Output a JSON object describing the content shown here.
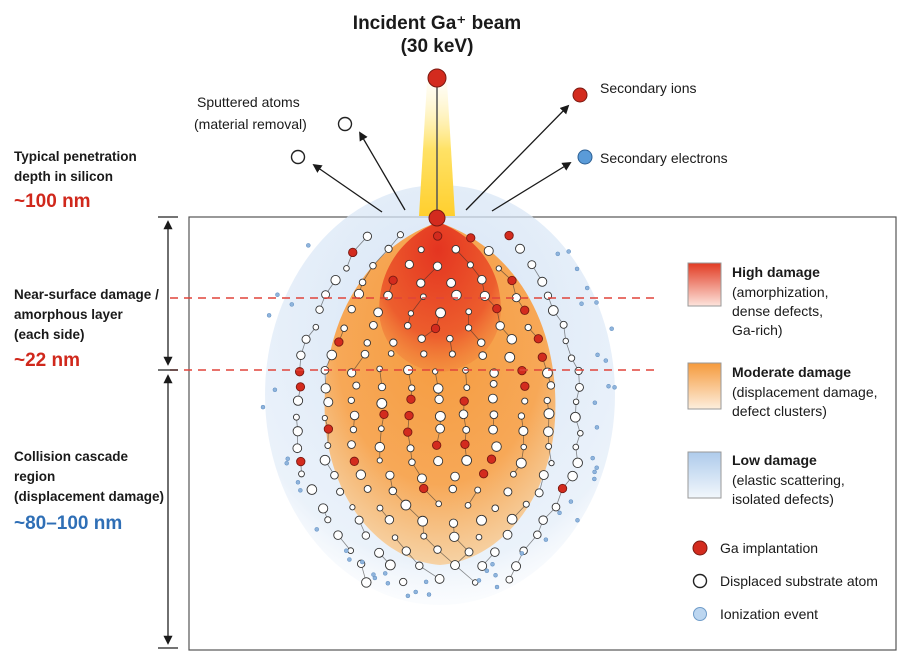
{
  "title": {
    "line1": "Incident Ga⁺ beam",
    "line2": "(30 keV)"
  },
  "emissions": {
    "sputtered_line1": "Sputtered atoms",
    "sputtered_line2": "(material removal)",
    "secondary_ions": "Secondary ions",
    "secondary_electrons": "Secondary electrons"
  },
  "left_labels": {
    "penetration_line1": "Typical penetration",
    "penetration_line2": "depth in silicon",
    "penetration_value": "~100 nm",
    "near_surface_line1": "Near-surface damage /",
    "near_surface_line2": "amorphous layer",
    "near_surface_line3": "(each side)",
    "near_surface_value": "~22 nm",
    "cascade_line1": "Collision cascade",
    "cascade_line2": "region",
    "cascade_line3": "(displacement damage)",
    "cascade_value": "~80–100 nm"
  },
  "legend": {
    "high": {
      "title": "High damage",
      "desc1": "(amorphization,",
      "desc2": "dense defects,",
      "desc3": "Ga-rich)"
    },
    "moderate": {
      "title": "Moderate damage",
      "desc1": "(displacement damage,",
      "desc2": "defect clusters)"
    },
    "low": {
      "title": "Low damage",
      "desc1": "(elastic scattering,",
      "desc2": "isolated defects)"
    },
    "ga_implantation": "Ga implantation",
    "displaced_atom": "Displaced substrate atom",
    "ionization": "Ionization event"
  },
  "colors": {
    "ga_red": "#d32b1e",
    "high_damage": "#e8452a",
    "moderate_damage": "#f4a046",
    "low_damage": "#b7d2ee",
    "electron_blue": "#5a9bd8",
    "dashed_red": "#e0443a",
    "beam_yellow": "#ffd94a"
  }
}
